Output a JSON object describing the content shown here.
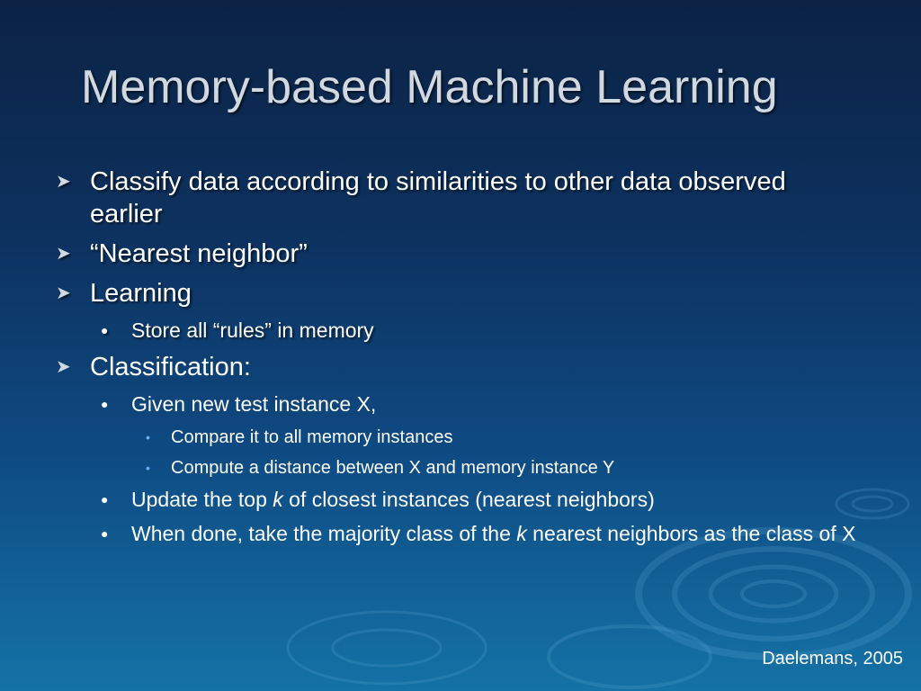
{
  "slide": {
    "title": "Memory-based Machine Learning",
    "bullets": {
      "b1": "Classify data according to similarities to other data observed earlier",
      "b2": "“Nearest neighbor”",
      "b3": "Learning",
      "b3_1": "Store all “rules” in memory",
      "b4": "Classification:",
      "b4_1": "Given new test instance X,",
      "b4_1_1": "Compare it to all memory instances",
      "b4_1_2": "Compute a distance between X and memory instance Y",
      "b4_2_pre": "Update the top ",
      "b4_2_k": "k",
      "b4_2_post": " of closest instances (nearest neighbors)",
      "b4_3_pre": "When done, take the majority class of the ",
      "b4_3_k": "k",
      "b4_3_post": " nearest neighbors as the class of X"
    },
    "credit": "Daelemans, 2005"
  },
  "icons": {
    "level1": "arrowhead-bullet-icon",
    "level2": "dot-bullet-icon",
    "level3": "small-dot-bullet-icon"
  },
  "colors": {
    "background_top": "#0b2244",
    "background_bottom": "#1472a6",
    "title": "#d2d8e0",
    "text": "#ffffff",
    "level3_bullet": "#6fb0ff"
  }
}
